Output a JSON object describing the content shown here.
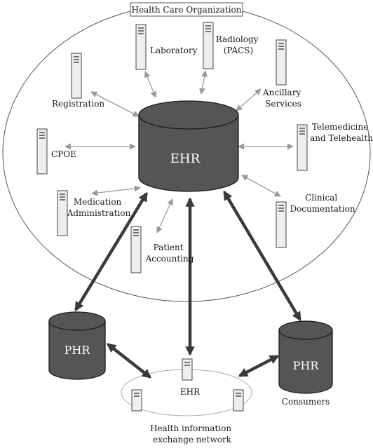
{
  "org_title": "Health Care Organization",
  "ehr_label": "EHR",
  "phr_left_label": "PHR",
  "phr_right_label": "PHR",
  "consumers_label": "Consumers",
  "hie_ehr_label": "EHR",
  "hie_label": [
    "Health information",
    "exchange network"
  ],
  "systems": {
    "laboratory": [
      "Laboratory"
    ],
    "radiology": [
      "Radiology",
      "(PACS)"
    ],
    "registration": [
      "Registration"
    ],
    "ancillary": [
      "Ancillary",
      "Services"
    ],
    "cpoe": [
      "CPOE"
    ],
    "telemedicine": [
      "Telemedicine",
      "and Telehealth"
    ],
    "medication": [
      "Medication",
      "Administration"
    ],
    "clinical": [
      "Clinical",
      "Documentation"
    ],
    "patient_accounting": [
      "Patient",
      "Accounting"
    ]
  },
  "colors": {
    "database_fill": "#555555",
    "server_fill": "#eeeeee",
    "thin_arrow": "#999999",
    "thick_arrow": "#444444"
  }
}
